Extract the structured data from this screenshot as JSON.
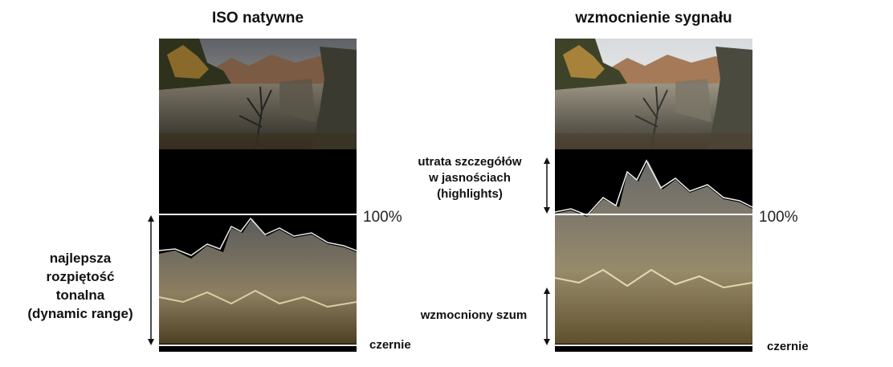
{
  "panels": [
    {
      "title": "ISO natywne"
    },
    {
      "title": "wzmocnienie sygnału"
    }
  ],
  "labels": {
    "dynamic_range": [
      "najlepsza",
      "rozpiętość",
      "tonalna",
      "(dynamic range)"
    ],
    "highlights_loss": [
      "utrata szczegółów",
      "w jasnościach",
      "(highlights)"
    ],
    "amplified_noise": "wzmocniony szum",
    "hundred_percent": "100%",
    "blacks": "czernie"
  },
  "colors": {
    "background": "#ffffff",
    "scope_bg": "#000000",
    "reference_line": "#ffffff",
    "arrow": "#111111"
  }
}
